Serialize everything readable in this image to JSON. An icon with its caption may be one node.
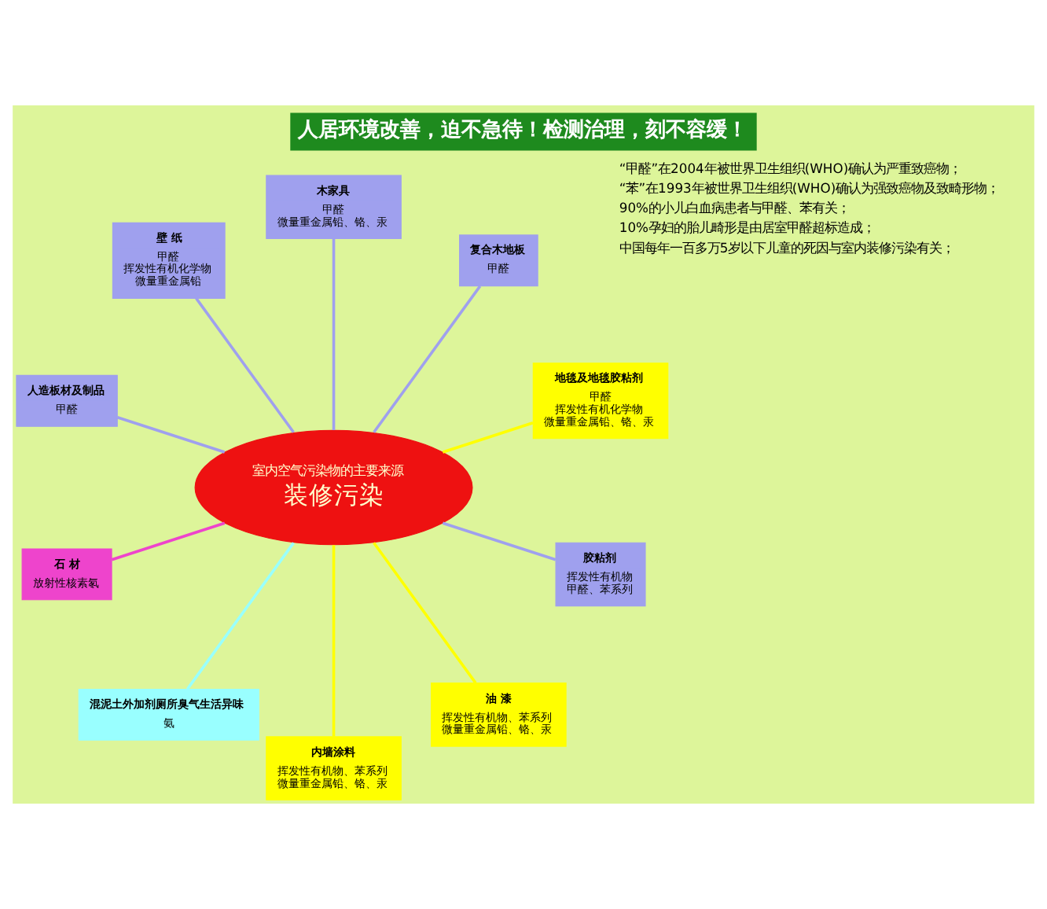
{
  "diagram": {
    "title": "人居环境改善，迫不急待！检测治理，刻不容缓！",
    "nodes": [
      {
        "text": [
          "室内空气污染物的主要来源",
          "装修污染"
        ]
      },
      {
        "text": [
          "地毯及地毯胶粘剂",
          "甲醛",
          "挥发性有机化学物",
          "微量重金属铅、铬、汞"
        ]
      },
      {
        "text": [
          "复合木地板",
          "甲醛"
        ]
      },
      {
        "text": [
          "木家具",
          "甲醛",
          "微量重金属铅、铬、汞"
        ]
      },
      {
        "text": [
          "壁 纸",
          "甲醛",
          "挥发性有机化学物",
          "微量重金属铅"
        ]
      },
      {
        "text": [
          "人造板材及制品",
          "甲醛"
        ]
      },
      {
        "text": [
          "石 材",
          "放射性核素氡"
        ]
      },
      {
        "text": [
          "混泥土外加剂厕所臭气生活异味",
          "氨"
        ]
      },
      {
        "text": [
          "内墙涂料",
          "挥发性有机物、苯系列",
          "微量重金属铅、铬、汞"
        ]
      },
      {
        "text": [
          "油 漆",
          "挥发性有机物、苯系列",
          "微量重金属铅、铬、汞"
        ]
      },
      {
        "text": [
          "胶粘剂",
          "挥发性有机物",
          "甲醛、苯系列"
        ]
      }
    ],
    "edges": [
      {
        "from": 1,
        "to": 0,
        "arrow": "none",
        "color": "#ffff00"
      },
      {
        "from": 2,
        "to": 0,
        "arrow": "none"
      },
      {
        "from": 3,
        "to": 0,
        "arrow": "none"
      },
      {
        "from": 4,
        "to": 0,
        "arrow": "none"
      },
      {
        "from": 5,
        "to": 0,
        "arrow": "none"
      },
      {
        "from": 6,
        "to": 0,
        "arrow": "none",
        "color": "#ee44cc"
      },
      {
        "from": 7,
        "to": 0,
        "arrow": "none",
        "color": "#99ffff"
      },
      {
        "from": 8,
        "to": 0,
        "arrow": "none",
        "color": "#ffff00"
      },
      {
        "from": 9,
        "to": 0,
        "arrow": "none",
        "color": "#ffff00"
      },
      {
        "from": 10,
        "to": 0,
        "arrow": "none"
      }
    ],
    "labels": [
      "“甲醛”在2004年被世界卫生组织(WHO)确认为严重致癌物；",
      "“苯”在1993年被世界卫生组织(WHO)确认为强致癌物及致畸形物；",
      "90%的小儿白血病患者与甲醛、苯有关；",
      "10%孕妇的胎儿畸形是由居室甲醛超标造成；",
      "中国每年一百多万5岁以下儿童的死因与室内装修污染有关；"
    ]
  }
}
